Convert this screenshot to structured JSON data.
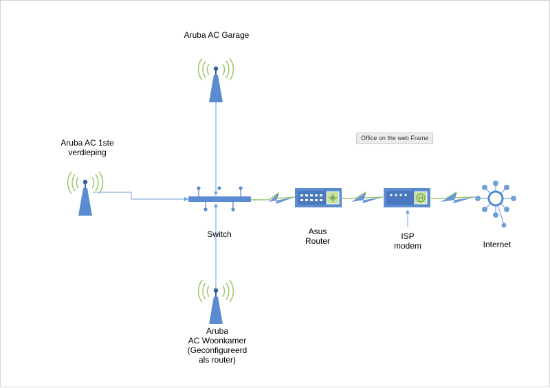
{
  "diagram": {
    "colors": {
      "device_blue": "#5b8bd0",
      "device_dark": "#2f5d9e",
      "wave_green": "#9bc46a",
      "link_blue": "#6f9fd8",
      "node_blue": "#6fa0d8"
    },
    "nodes": {
      "ap_garage": {
        "label": "Aruba AC Garage",
        "icon": "wireless-access-point-icon"
      },
      "ap_1ste": {
        "label_lines": [
          "Aruba AC 1ste",
          "verdieping"
        ],
        "icon": "wireless-access-point-icon"
      },
      "switch": {
        "label": "Switch",
        "icon": "network-switch-icon"
      },
      "ap_woonkamer": {
        "label_lines": [
          "Aruba",
          "AC Woonkamer",
          "(Geconfigureerd",
          "als router)"
        ],
        "icon": "wireless-access-point-icon"
      },
      "asus_router": {
        "label_lines": [
          "Asus",
          "Router"
        ],
        "icon": "router-icon"
      },
      "isp_modem": {
        "label_lines": [
          "ISP",
          "modem"
        ],
        "icon": "modem-icon"
      },
      "internet": {
        "label": "Internet",
        "icon": "internet-hub-icon"
      }
    },
    "tooltip": "Office on the web Frame"
  }
}
